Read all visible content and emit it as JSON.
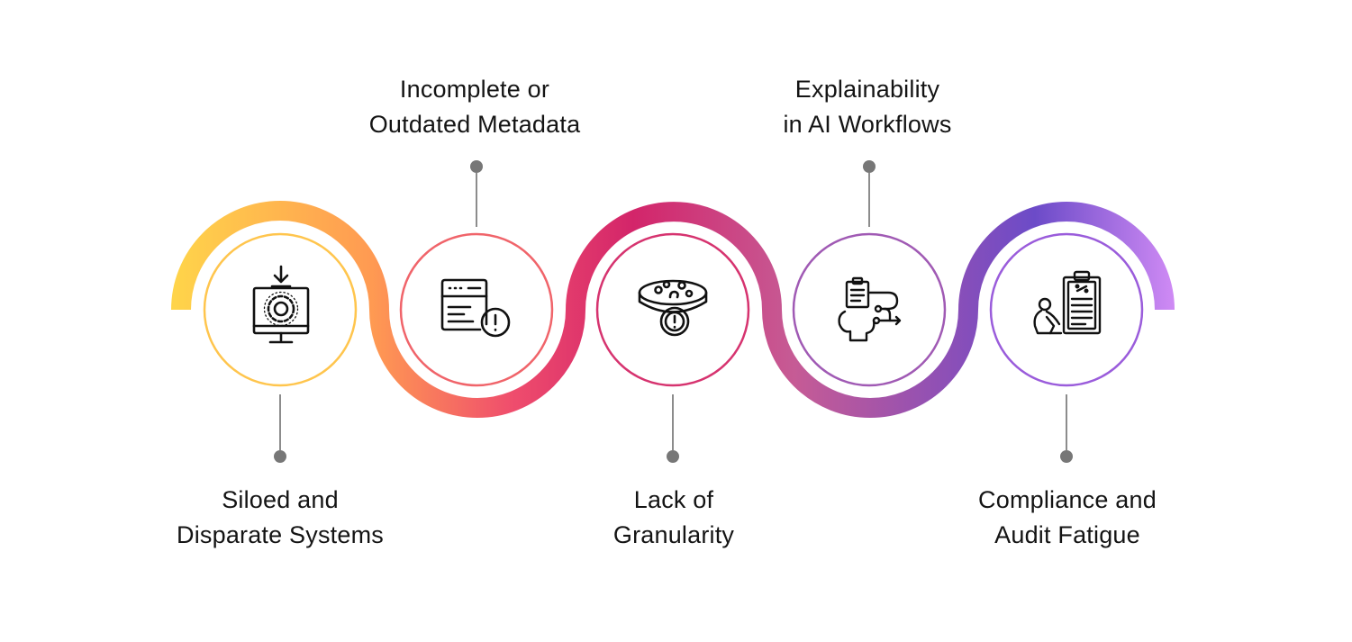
{
  "steps": [
    {
      "line1": "Siloed and",
      "line2": "Disparate Systems",
      "icon": "monitor-gear-icon",
      "ring_color": "#FFC54D"
    },
    {
      "line1": "Incomplete or",
      "line2": "Outdated Metadata",
      "icon": "browser-window-warning-icon",
      "ring_color": "#F0646A"
    },
    {
      "line1": "Lack of",
      "line2": "Granularity",
      "icon": "data-platter-warning-icon",
      "ring_color": "#D6336F"
    },
    {
      "line1": "Explainability",
      "line2": "in AI Workflows",
      "icon": "head-clipboard-flow-icon",
      "ring_color": "#A05AB4"
    },
    {
      "line1": "Compliance and",
      "line2": "Audit Fatigue",
      "icon": "person-clipboard-report-icon",
      "ring_color": "#9A5CDB"
    }
  ],
  "colors": {
    "wave_start": "#FFD54A",
    "wave_orange": "#FF9A52",
    "wave_red": "#EF4D6D",
    "wave_magenta": "#D3256A",
    "wave_purple": "#8A4FB8",
    "wave_violet": "#6C4BC8",
    "wave_end": "#D08BF5",
    "connector": "#8C8C8C",
    "text": "#141414"
  }
}
